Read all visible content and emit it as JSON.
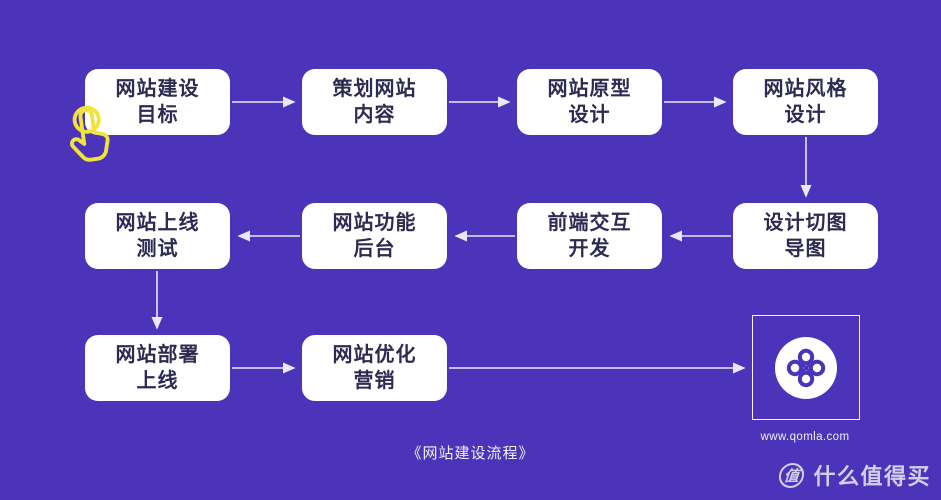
{
  "page": {
    "background_color": "#4C34BA",
    "node_fill_color": "#FFFFFF",
    "node_text_color": "#2E2B52",
    "connector_color": "#E9E7F8",
    "tap_icon_color": "#F1E23C",
    "logo_color": "#4C34BA"
  },
  "flow": {
    "caption": "《网站建设流程》",
    "nodes": [
      {
        "id": "site-goal",
        "label": "网站建设\n目标"
      },
      {
        "id": "content-planning",
        "label": "策划网站\n内容"
      },
      {
        "id": "prototype-design",
        "label": "网站原型\n设计"
      },
      {
        "id": "style-design",
        "label": "网站风格\n设计"
      },
      {
        "id": "design-slicing",
        "label": "设计切图\n导图"
      },
      {
        "id": "frontend-dev",
        "label": "前端交互\n开发"
      },
      {
        "id": "backend-features",
        "label": "网站功能\n后台"
      },
      {
        "id": "launch-testing",
        "label": "网站上线\n测试"
      },
      {
        "id": "deployment",
        "label": "网站部署\n上线"
      },
      {
        "id": "optimization-marketing",
        "label": "网站优化\n营销"
      }
    ]
  },
  "brand": {
    "website": "www.qomla.com",
    "logo_icon": "qomla-clover-logo"
  },
  "watermark": {
    "badge": "值",
    "text": "什么值得买"
  }
}
